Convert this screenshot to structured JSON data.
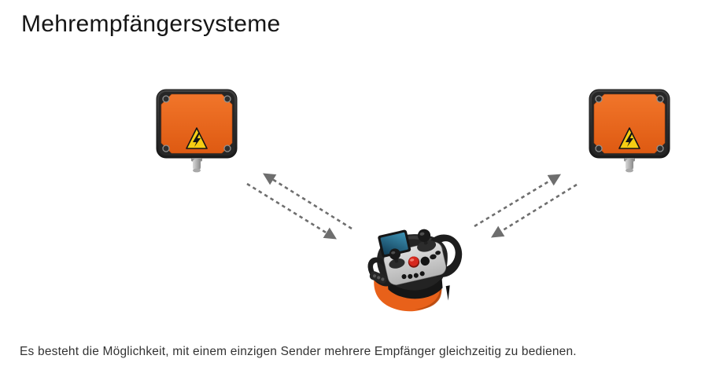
{
  "header": {
    "title": "Mehrempfängersysteme"
  },
  "caption": {
    "text": "Es besteht die Möglichkeit, mit einem einzigen Sender mehrere Empfänger gleichzeitig zu bedienen."
  },
  "diagram": {
    "receivers": [
      {
        "name": "receiver-left",
        "icon": "receiver-box-icon",
        "warning_icon": "high-voltage-warning-icon"
      },
      {
        "name": "receiver-right",
        "icon": "receiver-box-icon",
        "warning_icon": "high-voltage-warning-icon"
      }
    ],
    "transmitter": {
      "name": "transmitter",
      "icon": "handheld-remote-transmitter-icon"
    },
    "links": [
      {
        "name": "link-left",
        "icon": "bidirectional-dashed-arrow-icon"
      },
      {
        "name": "link-right",
        "icon": "bidirectional-dashed-arrow-icon"
      }
    ],
    "colors": {
      "housing_orange": "#E8611A",
      "frame_black": "#262626",
      "arrow_gray": "#6E6E6E",
      "warning_yellow": "#F5CE13",
      "display_blue": "#2E7EA3",
      "estop_red": "#D6281E"
    }
  }
}
